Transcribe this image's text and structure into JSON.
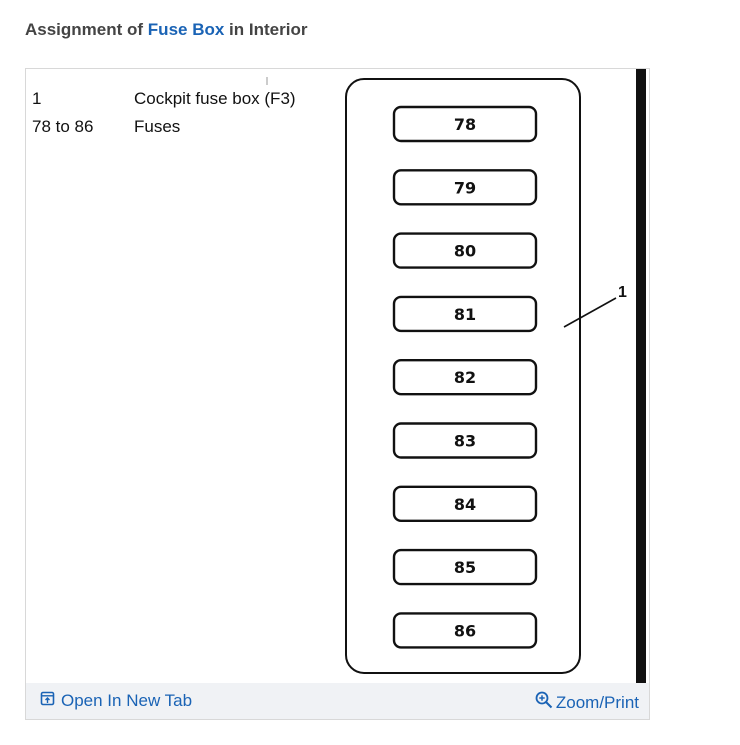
{
  "heading": {
    "prefix": "Assignment of ",
    "highlight": "Fuse Box",
    "suffix": " in Interior"
  },
  "legend": [
    {
      "key": "1",
      "value": "Cockpit fuse box (F3)"
    },
    {
      "key": "78 to 86",
      "value": "Fuses"
    }
  ],
  "diagram": {
    "callout": "1",
    "fuses": [
      "78",
      "79",
      "80",
      "81",
      "82",
      "83",
      "84",
      "85",
      "86"
    ]
  },
  "footer": {
    "open_tab_label": "Open In New Tab",
    "zoom_label": "Zoom/Print"
  },
  "colors": {
    "accent": "#1a63b5",
    "footer_bg": "#f0f2f5"
  }
}
